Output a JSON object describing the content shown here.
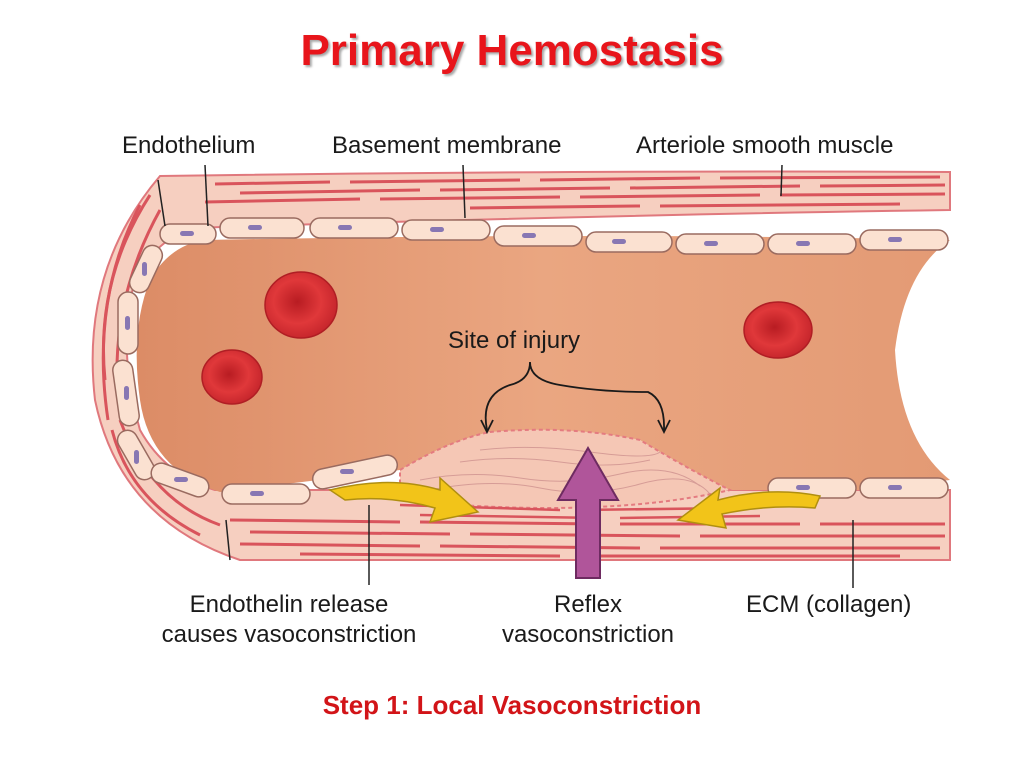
{
  "title": "Primary Hemostasis",
  "caption": "Step 1: Local Vasoconstriction",
  "labels": {
    "endothelium": "Endothelium",
    "basement_membrane": "Basement membrane",
    "smooth_muscle": "Arteriole smooth muscle",
    "site_of_injury": "Site of injury",
    "endothelin_line1": "Endothelin release",
    "endothelin_line2": "causes vasoconstriction",
    "reflex_line1": "Reflex",
    "reflex_line2": "vasoconstriction",
    "ecm": "ECM (collagen)"
  },
  "colors": {
    "title": "#e8151b",
    "caption": "#d21418",
    "lumen": "#e8a27a",
    "muscle_stripe": "#d9545c",
    "cell_fill": "#fbe1d1",
    "nucleus": "#8877b3",
    "rbc": "#d9282d",
    "yellow_arrow": "#f2c419",
    "purple_arrow": "#b0559a"
  }
}
